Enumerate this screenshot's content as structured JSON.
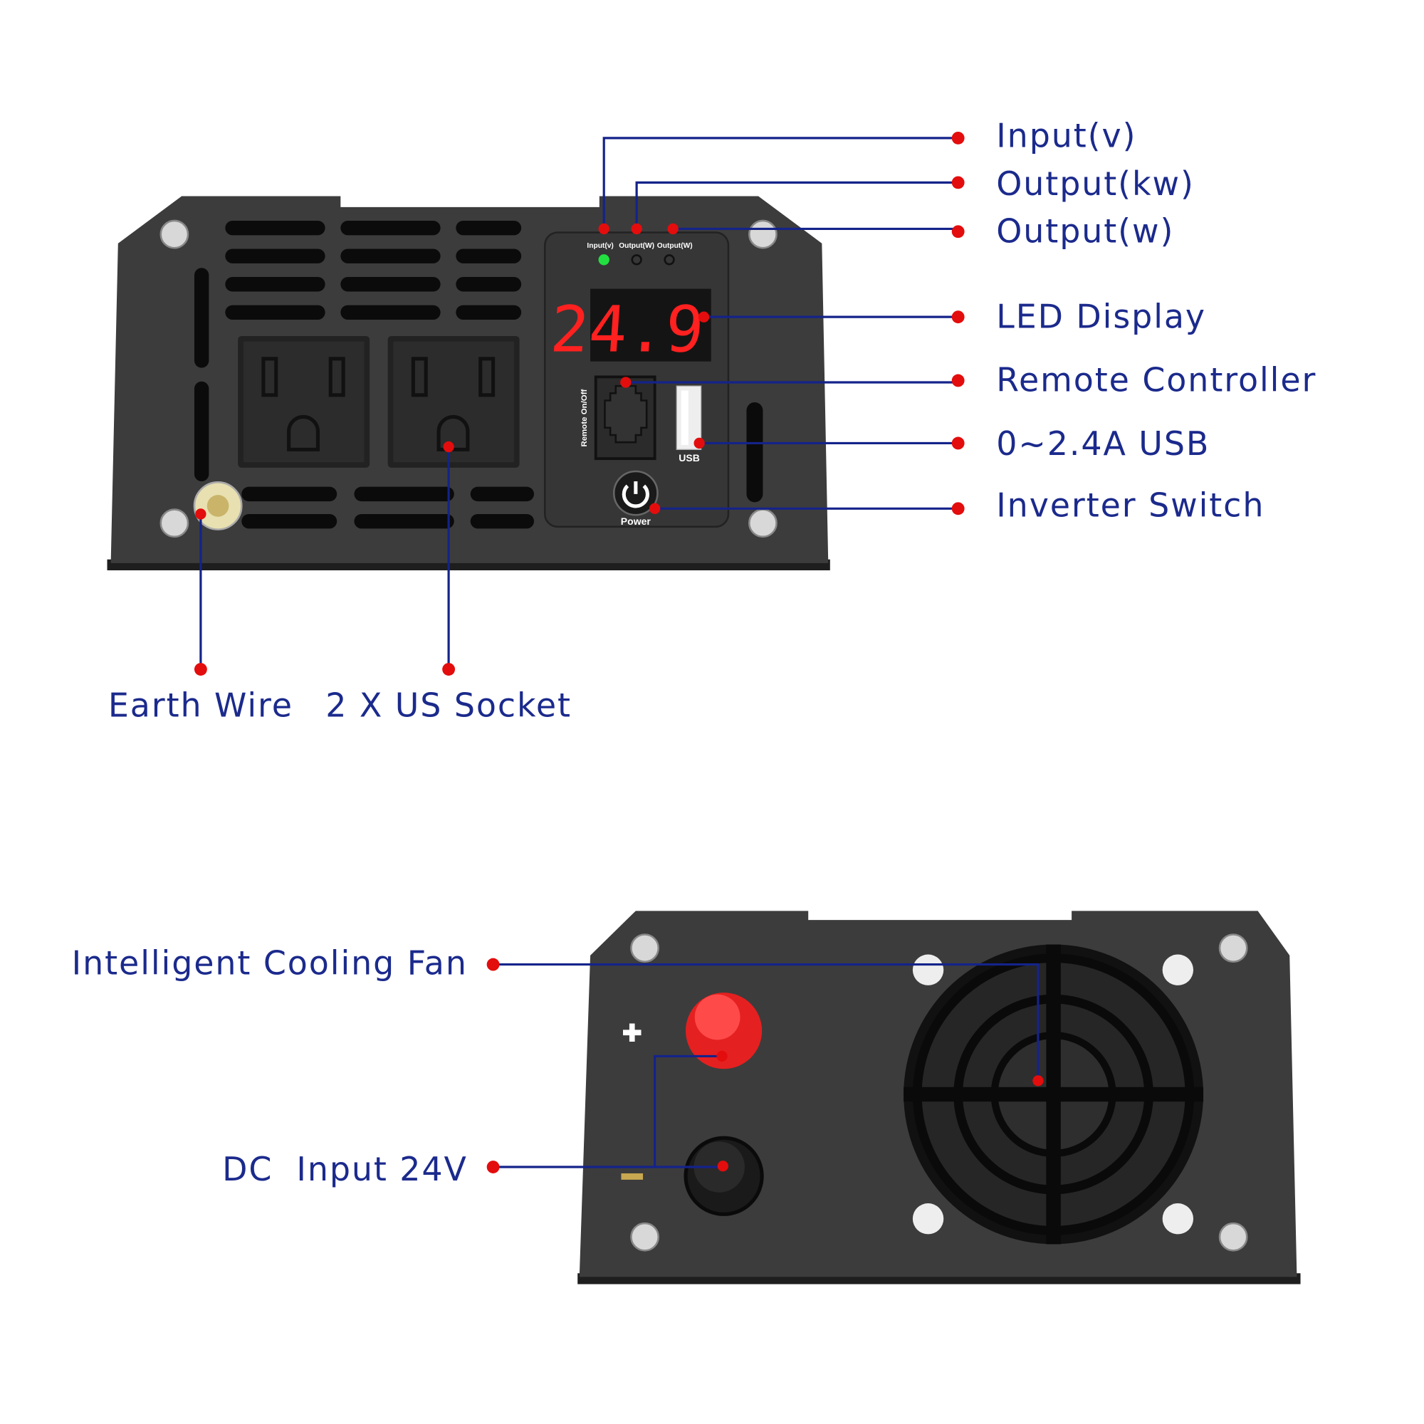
{
  "callouts": {
    "input_v": "Input(v)",
    "output_kw": "Output(kw)",
    "output_w": "Output(w)",
    "led_display": "LED Display",
    "remote_controller": "Remote Controller",
    "usb": "0~2.4A USB",
    "inverter_switch": "Inverter Switch",
    "earth_wire": "Earth Wire",
    "us_socket": "2 X US Socket",
    "cooling_fan": "Intelligent Cooling Fan",
    "dc_input": "DC  Input 24V"
  },
  "panel": {
    "indicator_input": "Input(v)",
    "indicator_output1": "Output(W)",
    "indicator_output2": "Output(W)",
    "display_value": "24.9",
    "remote_label": "Remote On/Off",
    "usb_label": "USB",
    "power_label": "Power"
  },
  "colors": {
    "label": "#1b2a8c",
    "dot": "#e30d0d",
    "body": "#3a3a3a",
    "led": "#ff2020"
  }
}
